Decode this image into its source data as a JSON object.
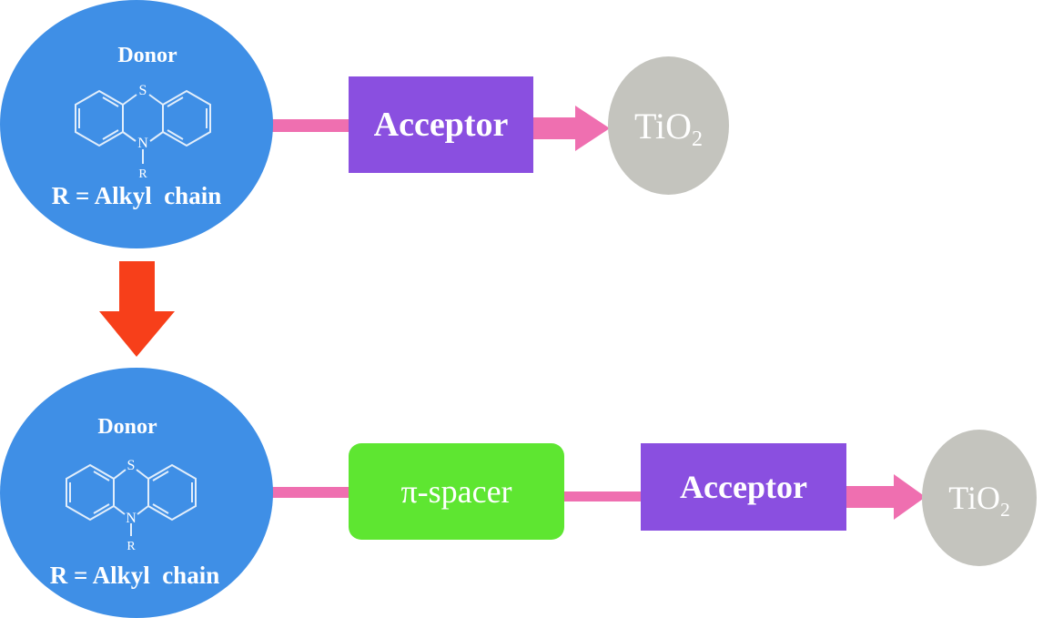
{
  "colors": {
    "donor": "#3f8fe6",
    "acceptor": "#8a4fe0",
    "spacer": "#5ee631",
    "tio2": "#c4c4be",
    "connector": "#ef6fb0",
    "arrow_down": "#f73f1a",
    "text": "#ffffff"
  },
  "top_row": {
    "donor": {
      "title": "Donor",
      "structure_s": "S",
      "structure_n": "N",
      "structure_r": "R",
      "caption": "R = Alkyl  chain"
    },
    "acceptor_label": "Acceptor",
    "tio2_main": "TiO",
    "tio2_sub": "2"
  },
  "bottom_row": {
    "donor": {
      "title": "Donor",
      "structure_s": "S",
      "structure_n": "N",
      "structure_r": "R",
      "caption": "R = Alkyl  chain"
    },
    "spacer_label": "π-spacer",
    "acceptor_label": "Acceptor",
    "tio2_main": "TiO",
    "tio2_sub": "2"
  }
}
